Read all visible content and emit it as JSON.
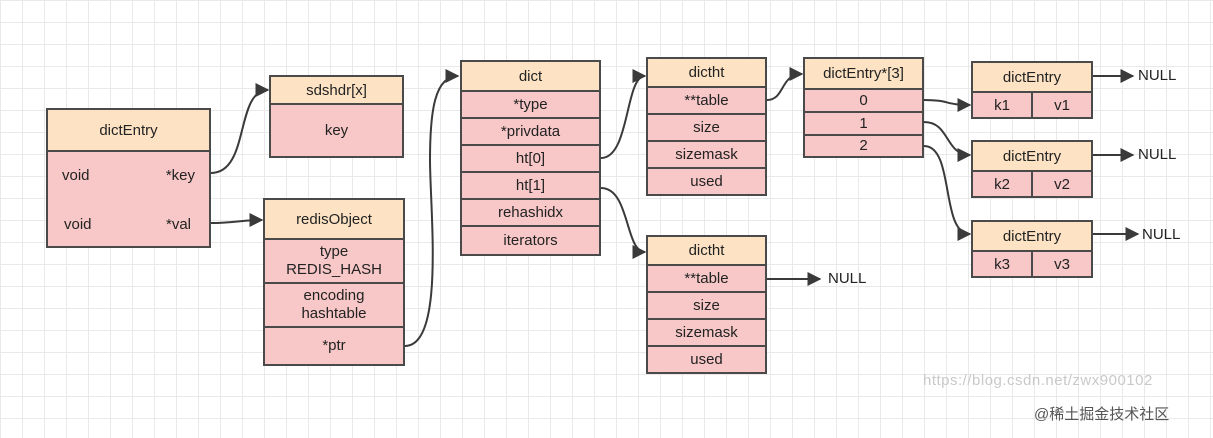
{
  "dict_entry": {
    "title": "dictEntry",
    "key_type": "void",
    "key_field": "*key",
    "val_type": "void",
    "val_field": "*val"
  },
  "sdshdr": {
    "title": "sdshdr[x]",
    "body": "key"
  },
  "redis_object": {
    "title": "redisObject",
    "type_line1": "type",
    "type_line2": "REDIS_HASH",
    "encoding_line1": "encoding",
    "encoding_line2": "hashtable",
    "ptr": "*ptr"
  },
  "dict": {
    "title": "dict",
    "fields": [
      "*type",
      "*privdata",
      "ht[0]",
      "ht[1]",
      "rehashidx",
      "iterators"
    ]
  },
  "dictht0": {
    "title": "dictht",
    "fields": [
      "**table",
      "size",
      "sizemask",
      "used"
    ]
  },
  "dictht1": {
    "title": "dictht",
    "fields": [
      "**table",
      "size",
      "sizemask",
      "used"
    ]
  },
  "table": {
    "title": "dictEntry*[3]",
    "slots": [
      "0",
      "1",
      "2"
    ]
  },
  "entries": [
    {
      "title": "dictEntry",
      "key": "k1",
      "val": "v1"
    },
    {
      "title": "dictEntry",
      "key": "k2",
      "val": "v2"
    },
    {
      "title": "dictEntry",
      "key": "k3",
      "val": "v3"
    }
  ],
  "null_label": "NULL",
  "watermark": "https://blog.csdn.net/zwx900102",
  "credit": "@稀土掘金技术社区",
  "colors": {
    "header": "#fde3c4",
    "body": "#f8c7c7",
    "line": "#4a4a4a"
  }
}
